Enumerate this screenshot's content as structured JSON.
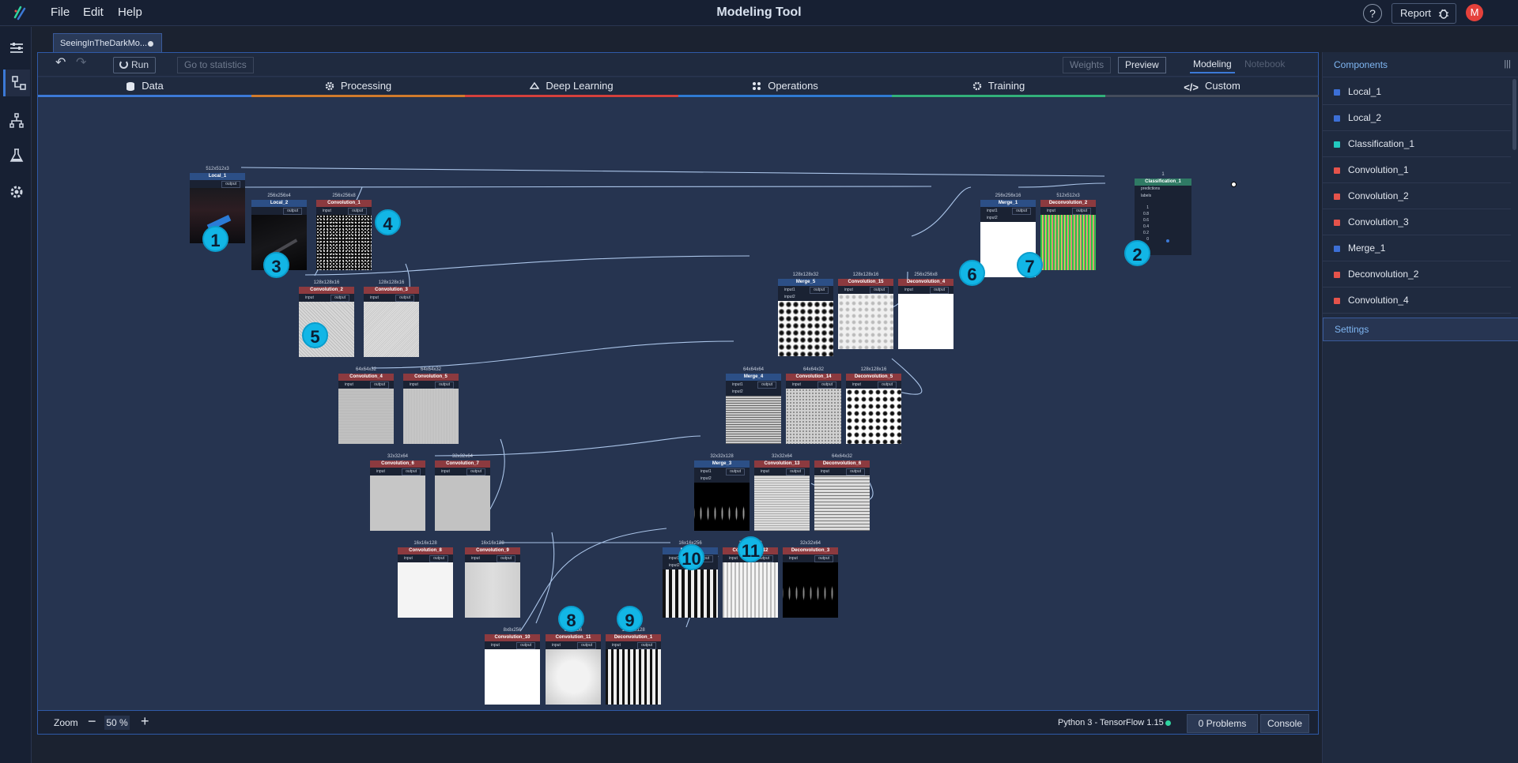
{
  "app": {
    "title": "Modeling Tool",
    "user_initial": "M"
  },
  "menu": {
    "file": "File",
    "edit": "Edit",
    "help": "Help"
  },
  "header": {
    "help_label": "?",
    "report_label": "Report"
  },
  "document_tab": {
    "label": "SeeingInTheDarkMo..."
  },
  "toolbar": {
    "run_label": "Run",
    "stats_label": "Go to statistics",
    "weights_label": "Weights",
    "preview_label": "Preview",
    "modeling_label": "Modeling",
    "notebook_label": "Notebook"
  },
  "categories": [
    {
      "label": "Data",
      "color": "#3c79d6"
    },
    {
      "label": "Processing",
      "color": "#d07a2c"
    },
    {
      "label": "Deep Learning",
      "color": "#d4403c"
    },
    {
      "label": "Operations",
      "color": "#2f7ad2"
    },
    {
      "label": "Training",
      "color": "#32b07a"
    },
    {
      "label": "Custom",
      "color": "#444c5c"
    }
  ],
  "nodes": {
    "local1": {
      "dim": "512x512x3",
      "title": "Local_1",
      "out": "output"
    },
    "local2": {
      "dim": "256x256x4",
      "title": "Local_2",
      "out": "output"
    },
    "conv1": {
      "dim": "256x256x8",
      "title": "Convolution_1",
      "in": "input",
      "out": "output"
    },
    "conv2": {
      "dim": "128x128x16",
      "title": "Convolution_2",
      "in": "input",
      "out": "output"
    },
    "conv3": {
      "dim": "128x128x16",
      "title": "Convolution_3",
      "in": "input",
      "out": "output"
    },
    "conv4": {
      "dim": "64x64x32",
      "title": "Convolution_4",
      "in": "input",
      "out": "output"
    },
    "conv5": {
      "dim": "64x64x32",
      "title": "Convolution_5",
      "in": "input",
      "out": "output"
    },
    "conv6": {
      "dim": "32x32x64",
      "title": "Convolution_6",
      "in": "input",
      "out": "output"
    },
    "conv7": {
      "dim": "32x32x64",
      "title": "Convolution_7",
      "in": "input",
      "out": "output"
    },
    "conv8": {
      "dim": "16x16x128",
      "title": "Convolution_8",
      "in": "input",
      "out": "output"
    },
    "conv9": {
      "dim": "16x16x128",
      "title": "Convolution_9",
      "in": "input",
      "out": "output"
    },
    "conv10": {
      "dim": "8x8x256",
      "title": "Convolution_10",
      "in": "input",
      "out": "output"
    },
    "conv11": {
      "dim": "8x8x256",
      "title": "Convolution_11",
      "in": "input",
      "out": "output"
    },
    "deconv1": {
      "dim": "16x16x128",
      "title": "Deconvolution_1",
      "in": "input",
      "out": "output"
    },
    "merge2": {
      "dim": "16x16x256",
      "title": "Merge_2",
      "in": "input1",
      "in2": "input2",
      "out": "output"
    },
    "conv12": {
      "dim": "16x16x128",
      "title": "Convolution_12",
      "in": "input",
      "out": "output"
    },
    "deconv3": {
      "dim": "32x32x64",
      "title": "Deconvolution_3",
      "in": "input",
      "out": "output"
    },
    "merge3": {
      "dim": "32x32x128",
      "title": "Merge_3",
      "in": "input1",
      "in2": "input2",
      "out": "output"
    },
    "conv13": {
      "dim": "32x32x64",
      "title": "Convolution_13",
      "in": "input",
      "out": "output"
    },
    "deconv6": {
      "dim": "64x64x32",
      "title": "Deconvolution_6",
      "in": "input",
      "out": "output"
    },
    "merge4": {
      "dim": "64x64x64",
      "title": "Merge_4",
      "in": "input1",
      "in2": "input2",
      "out": "output"
    },
    "conv14": {
      "dim": "64x64x32",
      "title": "Convolution_14",
      "in": "input",
      "out": "output"
    },
    "deconv5": {
      "dim": "128x128x16",
      "title": "Deconvolution_5",
      "in": "input",
      "out": "output"
    },
    "merge5": {
      "dim": "128x128x32",
      "title": "Merge_5",
      "in": "input1",
      "in2": "input2",
      "out": "output"
    },
    "conv15": {
      "dim": "128x128x16",
      "title": "Convolution_15",
      "in": "input",
      "out": "output"
    },
    "deconv4": {
      "dim": "256x256x8",
      "title": "Deconvolution_4",
      "in": "input",
      "out": "output"
    },
    "merge1": {
      "dim": "256x256x16",
      "title": "Merge_1",
      "in": "input1",
      "in2": "input2",
      "out": "output"
    },
    "deconv2": {
      "dim": "512x512x3",
      "title": "Deconvolution_2",
      "in": "input",
      "out": "output"
    },
    "class1": {
      "dim": "1",
      "title": "Classification_1",
      "in": "predictions",
      "in2": "labels",
      "ticks": [
        "1",
        "0.8",
        "0.6",
        "0.4",
        "0.2",
        "0"
      ]
    }
  },
  "badges": [
    "1",
    "2",
    "3",
    "4",
    "5",
    "6",
    "7",
    "8",
    "9",
    "10",
    "11"
  ],
  "bottom": {
    "zoom_label": "Zoom",
    "zoom_minus": "−",
    "zoom_value": "50 %",
    "zoom_plus": "+",
    "environment": "Python 3 - TensorFlow 1.15",
    "problems": "0 Problems",
    "console": "Console"
  },
  "components_panel": {
    "title": "Components",
    "items": [
      {
        "label": "Local_1",
        "color": "#3c6fd6"
      },
      {
        "label": "Local_2",
        "color": "#3c6fd6"
      },
      {
        "label": "Classification_1",
        "color": "#22c9c0"
      },
      {
        "label": "Convolution_1",
        "color": "#e5534b"
      },
      {
        "label": "Convolution_2",
        "color": "#e5534b"
      },
      {
        "label": "Convolution_3",
        "color": "#e5534b"
      },
      {
        "label": "Merge_1",
        "color": "#3c6fd6"
      },
      {
        "label": "Deconvolution_2",
        "color": "#e5534b"
      },
      {
        "label": "Convolution_4",
        "color": "#e5534b"
      }
    ],
    "settings_title": "Settings"
  }
}
